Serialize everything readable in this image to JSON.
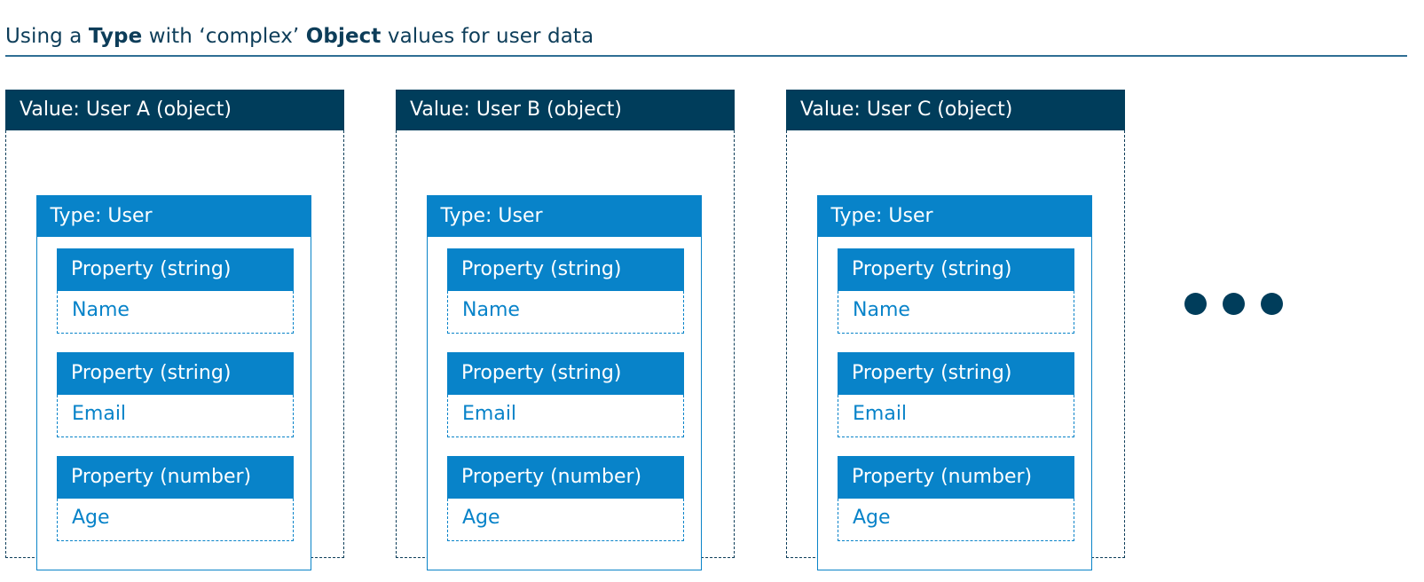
{
  "title": {
    "part1": "Using a ",
    "bold1": "Type",
    "part2": " with ‘complex’ ",
    "bold2": "Object",
    "part3": " values for user data"
  },
  "values": [
    {
      "label": "Value: User A (object)",
      "type_label": "Type: User",
      "properties": [
        {
          "header": "Property (string)",
          "name": "Name"
        },
        {
          "header": "Property (string)",
          "name": "Email"
        },
        {
          "header": "Property (number)",
          "name": "Age"
        }
      ]
    },
    {
      "label": "Value: User B (object)",
      "type_label": "Type: User",
      "properties": [
        {
          "header": "Property (string)",
          "name": "Name"
        },
        {
          "header": "Property (string)",
          "name": "Email"
        },
        {
          "header": "Property (number)",
          "name": "Age"
        }
      ]
    },
    {
      "label": "Value: User C (object)",
      "type_label": "Type: User",
      "properties": [
        {
          "header": "Property (string)",
          "name": "Name"
        },
        {
          "header": "Property (string)",
          "name": "Email"
        },
        {
          "header": "Property (number)",
          "name": "Age"
        }
      ]
    }
  ],
  "ellipsis_icon": "more-dots-icon",
  "colors": {
    "dark_navy": "#003d5b",
    "brand_blue": "#0883c9",
    "title_text": "#0d3d59"
  }
}
